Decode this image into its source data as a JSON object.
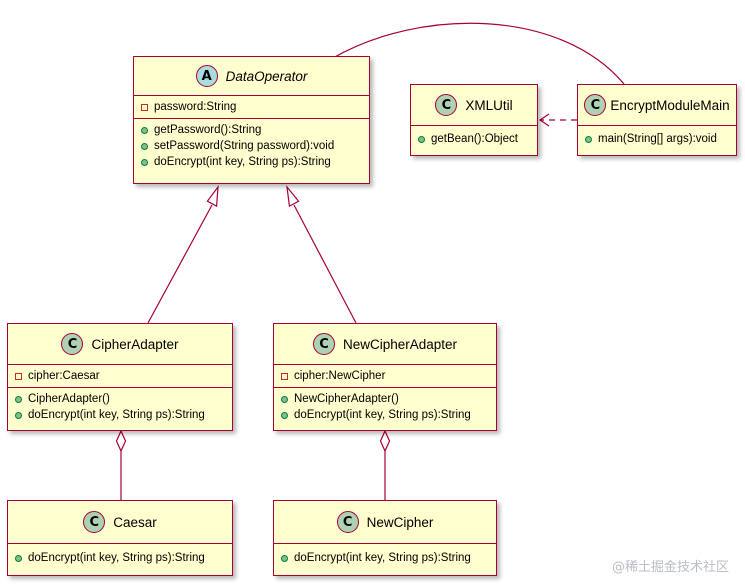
{
  "classes": {
    "data_operator": {
      "stereotype": "A",
      "name": "DataOperator",
      "fields": [
        "password:String"
      ],
      "methods": [
        "getPassword():String",
        "setPassword(String password):void",
        "doEncrypt(int key, String ps):String"
      ]
    },
    "xml_util": {
      "stereotype": "C",
      "name": "XMLUtil",
      "methods": [
        "getBean():Object"
      ]
    },
    "encrypt_module_main": {
      "stereotype": "C",
      "name": "EncryptModuleMain",
      "methods": [
        "main(String[] args):void"
      ]
    },
    "cipher_adapter": {
      "stereotype": "C",
      "name": "CipherAdapter",
      "fields": [
        "cipher:Caesar"
      ],
      "methods": [
        "CipherAdapter()",
        "doEncrypt(int key, String ps):String"
      ]
    },
    "new_cipher_adapter": {
      "stereotype": "C",
      "name": "NewCipherAdapter",
      "fields": [
        "cipher:NewCipher"
      ],
      "methods": [
        "NewCipherAdapter()",
        "doEncrypt(int key, String ps):String"
      ]
    },
    "caesar": {
      "stereotype": "C",
      "name": "Caesar",
      "methods": [
        "doEncrypt(int key, String ps):String"
      ]
    },
    "new_cipher": {
      "stereotype": "C",
      "name": "NewCipher",
      "methods": [
        "doEncrypt(int key, String ps):String"
      ]
    }
  },
  "watermark": "@稀土掘金技术社区",
  "colors": {
    "class_fill": "#fefece",
    "class_border": "#a80036",
    "class_stereotype_fill": "#add1b2",
    "abstract_stereotype_fill": "#a9dcdf",
    "public_marker": "#84be84",
    "private_marker": "#c82930",
    "edge": "#a80036"
  }
}
